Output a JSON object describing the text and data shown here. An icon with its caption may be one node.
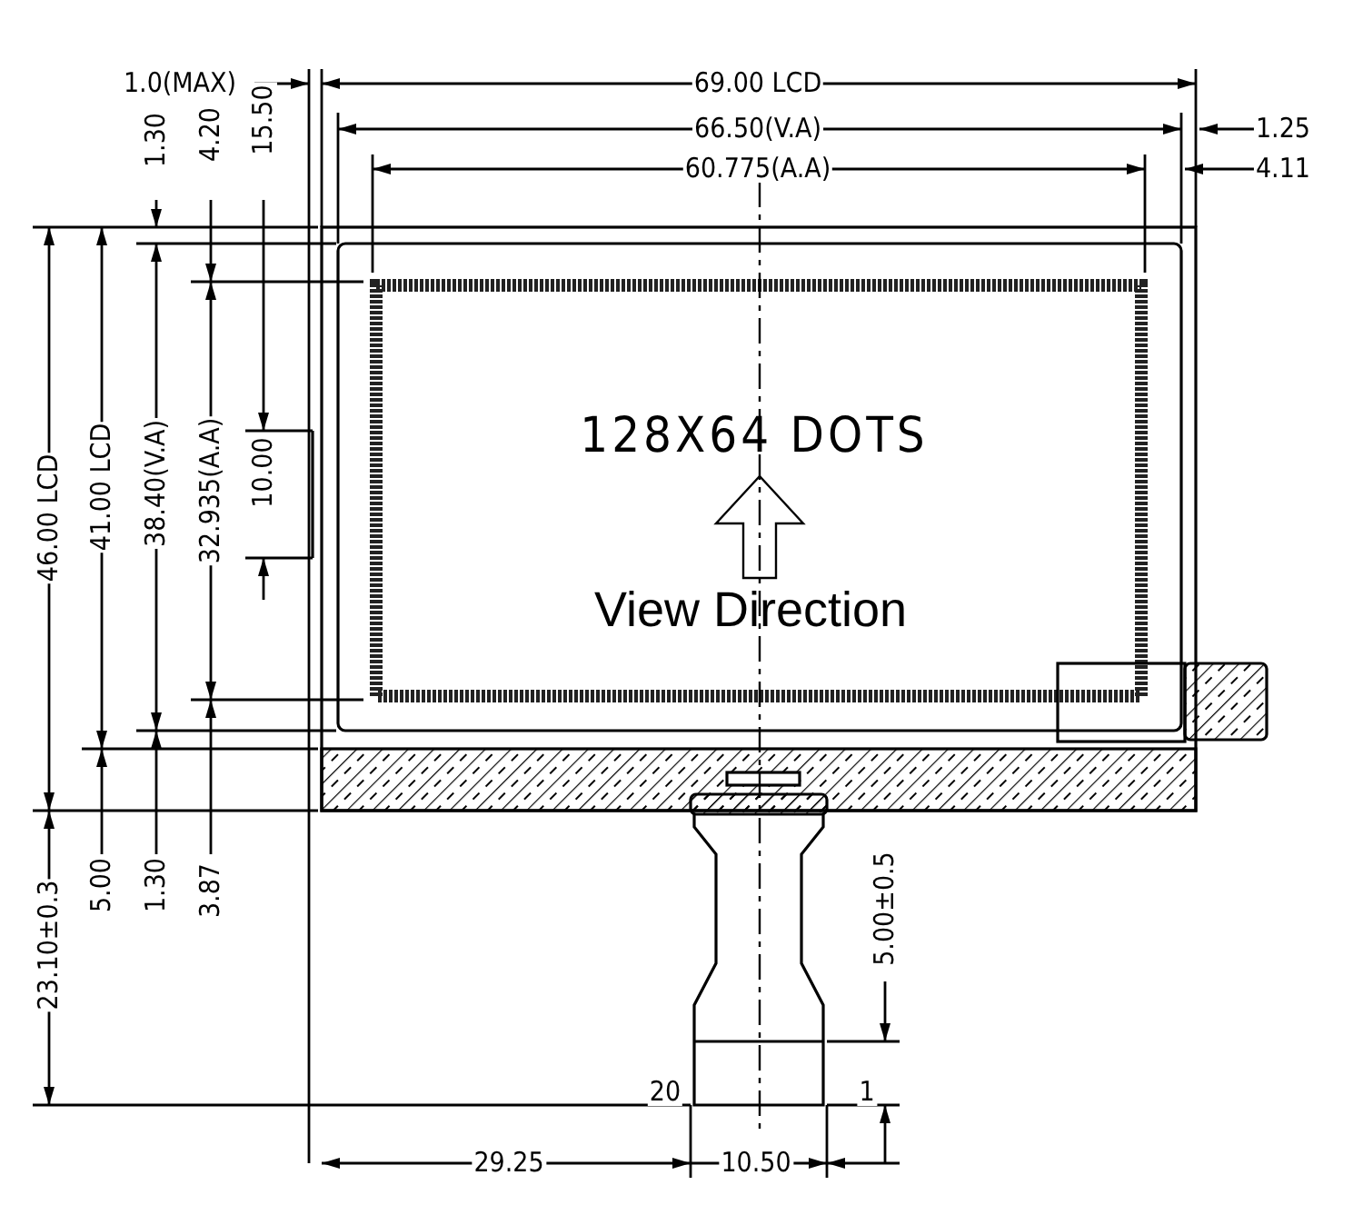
{
  "diagram": {
    "labels": [
      "1.0(MAX)",
      "69.00 LCD",
      "66.50(V.A)",
      "1.25",
      "60.775(A.A)",
      "4.11",
      "1.30",
      "4.20",
      "15.50",
      "128X64 DOTS",
      "10.00",
      "46.00 LCD",
      "41.00 LCD",
      "38.40(V.A)",
      "32.935(A.A)",
      "View Direction",
      "23.10±0.3",
      "5.00",
      "1.30",
      "3.87",
      "5.00±0.5",
      "20",
      "1",
      "29.25",
      "10.50"
    ]
  }
}
